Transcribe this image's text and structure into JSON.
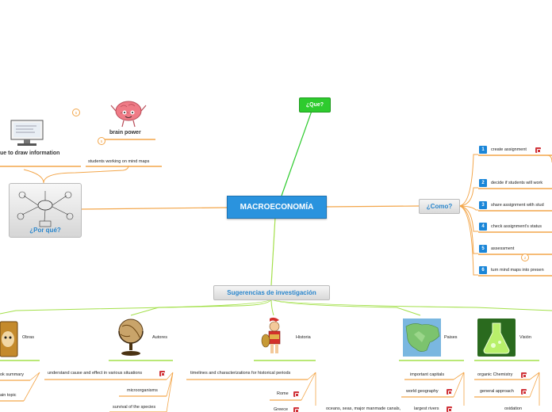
{
  "central": "MACROECONOMÍA",
  "que": "¿Que?",
  "como": {
    "label": "¿Como?",
    "items": [
      {
        "n": "1",
        "text": "create assignment"
      },
      {
        "n": "2",
        "text": "decide if students will work"
      },
      {
        "n": "3",
        "text": "share assignment with stud"
      },
      {
        "n": "4",
        "text": "check assignment's status"
      },
      {
        "n": "5",
        "text": "assessment"
      },
      {
        "n": "6",
        "text": "turn mind maps into presen"
      }
    ],
    "bubble": "2"
  },
  "porque": {
    "label": "¿Por qué?",
    "left_text": "ue to draw information",
    "brain_power": "brain power",
    "students_text": "students working on mind maps",
    "bubble_a": "5",
    "bubble_b": "5"
  },
  "sugerencias": {
    "label": "Sugerencias de investigación",
    "obras": {
      "title": "Obras",
      "items": [
        "ok summary",
        "ain topic"
      ]
    },
    "autores": {
      "title": "Autores",
      "items": [
        "understand cause and effect in various situations",
        "microorganisms",
        "survival of the species"
      ]
    },
    "historia": {
      "title": "Historia",
      "items": [
        "timelines and characterizations for historical periods",
        "Rome",
        "Greece"
      ]
    },
    "paises": {
      "title": "Paises",
      "items": [
        "important capitals",
        "world geography",
        "oceans, seas, major manmade canals,",
        "largest rivers"
      ]
    },
    "vision": {
      "title": "Visión",
      "items": [
        "organic Chemistry",
        "general approach",
        "oxidation"
      ]
    }
  }
}
